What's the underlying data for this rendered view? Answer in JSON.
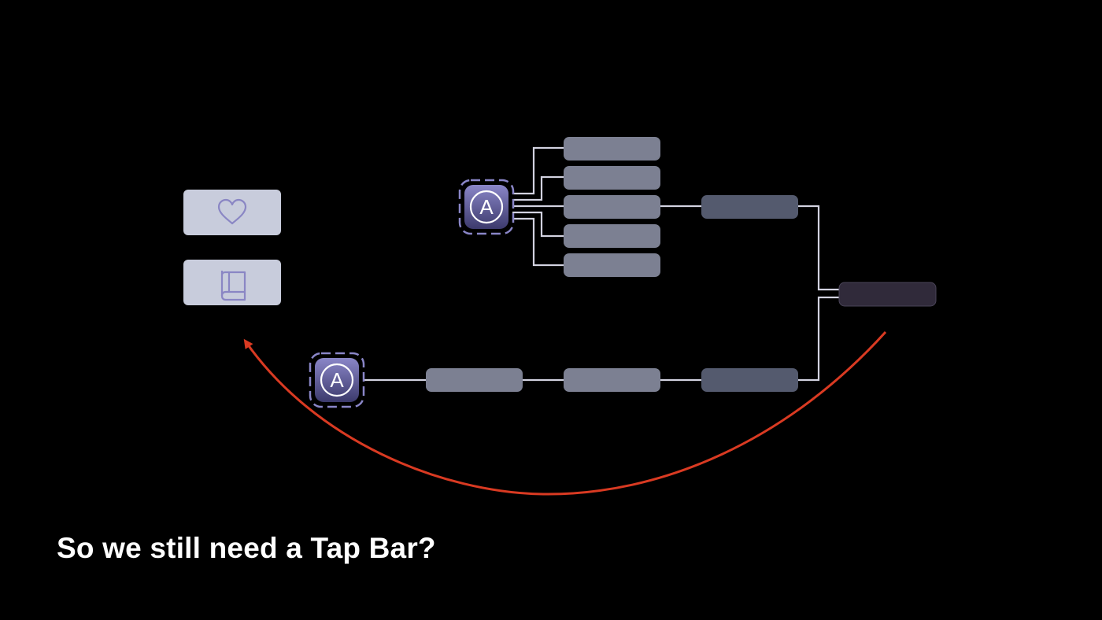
{
  "slide": {
    "caption": "So we still need a Tap Bar?"
  },
  "diagram": {
    "tab_items": [
      {
        "icon": "heart-icon"
      },
      {
        "icon": "book-icon"
      }
    ],
    "app_nodes": [
      {
        "icon": "app-a-icon",
        "letter": "A"
      },
      {
        "icon": "app-a-icon",
        "letter": "A"
      }
    ],
    "arrow": {
      "direction": "right-to-left",
      "meaning": "back-to-tab-bar"
    },
    "colors": {
      "background": "#000000",
      "tab_item": "#c8ccdc",
      "tab_icon": "#8a86c4",
      "node_light": "#7c8092",
      "node_mid": "#545a6e",
      "node_dark": "#302a3a",
      "connector": "#d2d2e0",
      "arrow": "#d93a22",
      "caption": "#ffffff"
    }
  }
}
